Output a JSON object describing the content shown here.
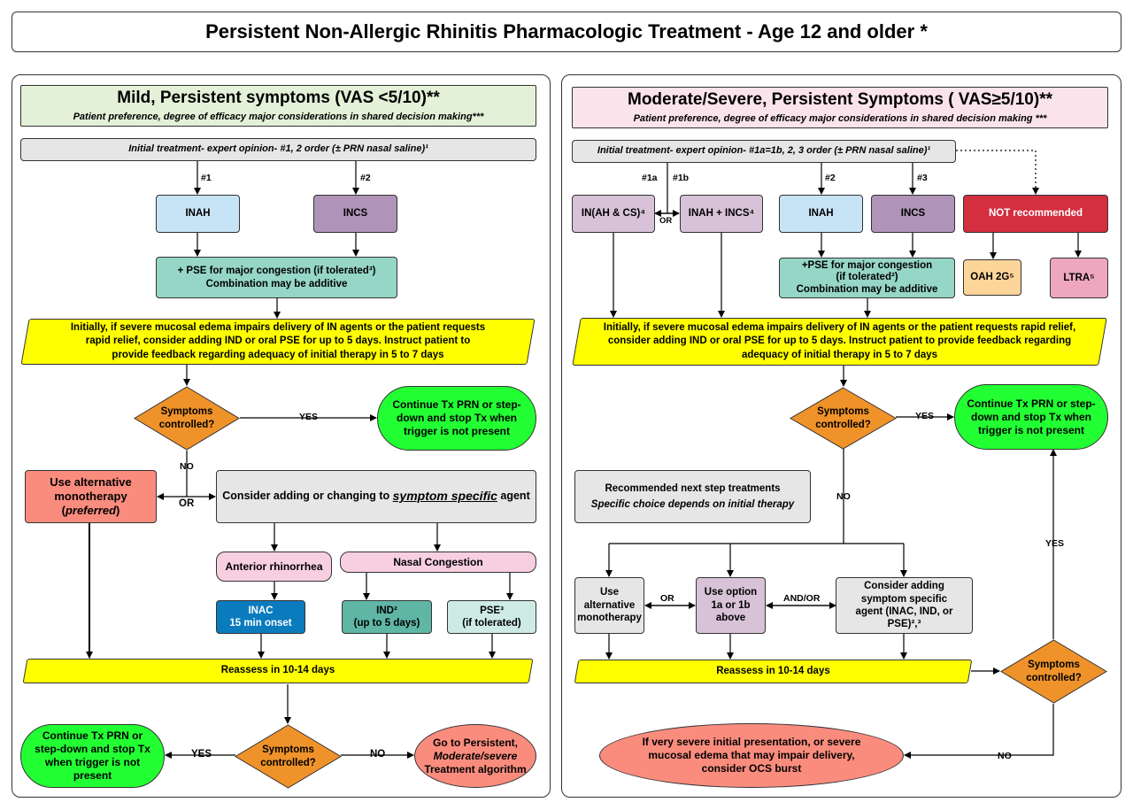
{
  "title": "Persistent Non-Allergic Rhinitis Pharmacologic Treatment - Age 12 and older *",
  "left": {
    "header_title": "Mild, Persistent symptoms (VAS <5/10)**",
    "header_sub": "Patient preference, degree of efficacy major considerations in shared decision making***",
    "initial": "Initial treatment- expert opinion- #1, 2 order (± PRN nasal saline)¹",
    "label_1": "#1",
    "label_2": "#2",
    "inah": "INAH",
    "incs": "INCS",
    "pse_line1": "+ PSE for major congestion (if tolerated³)",
    "pse_line2": "Combination may be additive",
    "initially": "Initially, if severe mucosal edema impairs delivery of IN agents or the patient requests rapid relief, consider adding IND or oral PSE for up to 5 days. Instruct patient to provide feedback regarding adequacy of initial therapy in 5 to 7 days",
    "symptoms_controlled": "Symptoms controlled?",
    "yes": "YES",
    "no": "NO",
    "continue_tx": "Continue Tx PRN or step-down and stop Tx when trigger is not present",
    "alt_line1": "Use alternative monotherapy",
    "alt_line2": "preferred",
    "or": "OR",
    "consider_pre": "Consider adding or changing to ",
    "consider_em": "symptom specific",
    "consider_post": " agent",
    "anterior": "Anterior rhinorrhea",
    "nasal": "Nasal Congestion",
    "inac_line1": "INAC",
    "inac_line2": "15 min onset",
    "ind_line1": "IND²",
    "ind_line2": "(up to 5 days)",
    "pse2_line1": "PSE³",
    "pse2_line2": "(if tolerated)",
    "reassess": "Reassess in 10-14 days",
    "continue_tx2": "Continue Tx PRN or step-down and stop Tx when trigger is not present",
    "symptoms_controlled2": "Symptoms controlled?",
    "yes2": "YES",
    "no2": "NO",
    "goto_line1": "Go to Persistent,",
    "goto_line2": "Moderate/severe",
    "goto_line3": "Treatment algorithm"
  },
  "right": {
    "header_title": "Moderate/Severe, Persistent Symptoms ( VAS≥5/10)**",
    "header_sub": "Patient preference, degree of efficacy major considerations in shared decision making ***",
    "initial": "Initial treatment- expert opinion- #1a=1b, 2, 3 order  (± PRN nasal saline)¹",
    "label_1a": "#1a",
    "label_1b": "#1b",
    "label_2": "#2",
    "label_3": "#3",
    "or": "OR",
    "in_ah_cs": "IN(AH & CS)⁴",
    "inah_incs": "INAH + INCS⁴",
    "inah": "INAH",
    "incs": "INCS",
    "not_recommended": "NOT recommended",
    "oah": "OAH 2G⁵",
    "ltra": "LTRA⁵",
    "pse_line1": "+PSE for major congestion",
    "pse_line2": "(if tolerated²)",
    "pse_line3": "Combination may be additive",
    "initially": "Initially, if severe mucosal edema impairs delivery of IN agents or the patient requests rapid relief, consider adding IND or oral PSE for up to 5 days. Instruct patient to provide feedback regarding adequacy of initial therapy in 5 to 7 days",
    "symptoms_controlled": "Symptoms controlled?",
    "yes": "YES",
    "no": "NO",
    "continue_tx": "Continue Tx PRN or step-down and stop Tx when trigger is not present",
    "recommended_line1": "Recommended next step treatments",
    "recommended_line2": "Specific choice depends on initial therapy",
    "use_alt": "Use alternative monotherapy",
    "or2": "OR",
    "use_option": "Use option 1a or 1b above",
    "andor": "AND/OR",
    "consider_adding": "Consider adding symptom specific agent (INAC, IND, or PSE)²,³",
    "reassess": "Reassess in 10-14 days",
    "symptoms_controlled2": "Symptoms controlled?",
    "yes2": "YES",
    "no2": "NO",
    "ocs": "If very severe initial presentation, or severe mucosal edema that may impair delivery, consider OCS burst"
  },
  "colors": {
    "left_header": "#e2f1d8",
    "right_header": "#fbe3eb",
    "yellow": "#ffff00",
    "orange": "#f0922a",
    "green": "#22ff33",
    "salmon": "#fa8c7e"
  }
}
